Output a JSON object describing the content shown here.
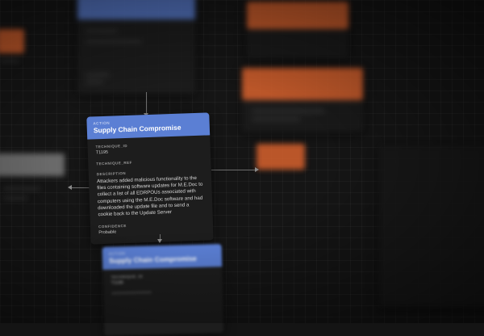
{
  "nodes": [
    {
      "type_label": "ACTION",
      "title": "Supply Chain Compromise",
      "fields": [
        {
          "label": "TECHNIQUE_ID",
          "value": "T1195"
        },
        {
          "label": "TECHNIQUE_REF",
          "value": ""
        }
      ],
      "description_label": "DESCRIPTION",
      "description": "Attackers added malicious functionality to the files containing software updates for M.E.Doc to collect a list of all EDRPOUs associated with computers using the M.E.Doc software and had downloaded the update file and to send a cookie back to the Update Server",
      "confidence_label": "CONFIDENCE",
      "confidence": "Probable"
    },
    {
      "type_label": "ACTION",
      "title": "Supply Chain Compromise",
      "fields": [
        {
          "label": "TECHNIQUE_ID",
          "value": "T1195"
        }
      ]
    }
  ],
  "colors": {
    "action_header": "#5b7fd4",
    "asset_header": "#d9622e",
    "canvas_bg": "#151515",
    "node_bg": "#1d1d1d"
  }
}
